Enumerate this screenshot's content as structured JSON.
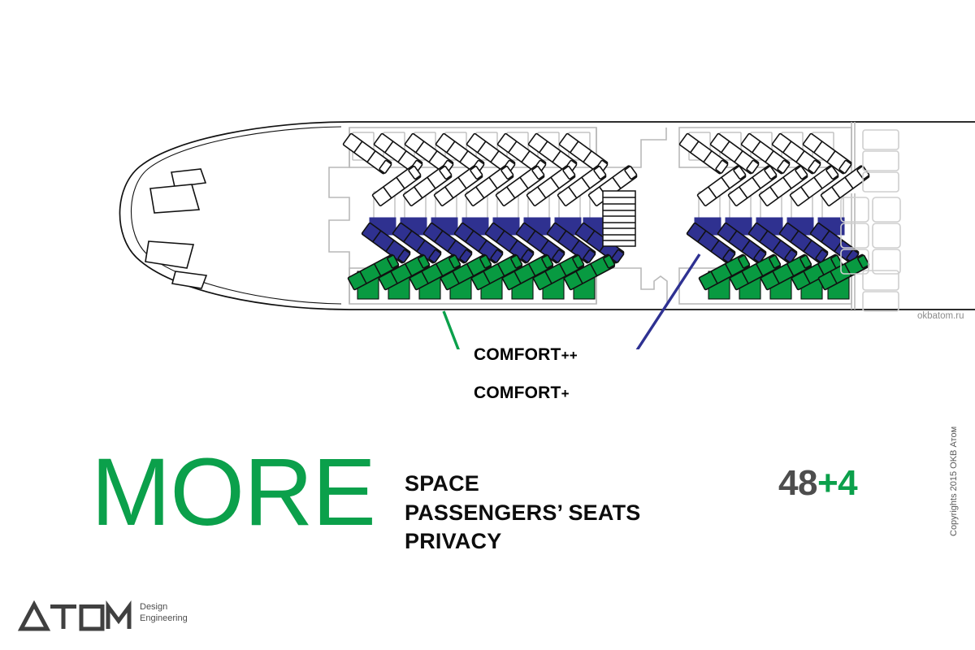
{
  "meta": {
    "site_url": "okbatom.ru",
    "copyright": "Copyrights 2015 OKB Атом"
  },
  "colors": {
    "green": "#0BA04B",
    "seat_green": "#089A41",
    "blue": "#2E3192",
    "seat_blue": "#2F3190",
    "dark_gray": "#4d4d4d",
    "outline": "#111111",
    "light_gray": "#bfbfbf"
  },
  "callouts": [
    {
      "id": "comfort-plus-plus",
      "label": "COMFORT",
      "suffix": "++",
      "color": "#0BA04B"
    },
    {
      "id": "comfort-plus",
      "label": "COMFORT",
      "suffix": "+",
      "color": "#2E3192"
    }
  ],
  "headline": {
    "word": "MORE",
    "items": [
      "SPACE",
      "PASSENGERS’ SEATS",
      "PRIVACY"
    ]
  },
  "seat_count": {
    "base": "48",
    "extra": "+4"
  },
  "logo": {
    "wordmark": "ATOM",
    "sub_line_1": "Design",
    "sub_line_2": "Engineering"
  },
  "cabin": {
    "description": "Aircraft cabin floor plan, herringbone seating, forward fuselage shown",
    "sections": [
      {
        "id": "forward-cabin",
        "rows": [
          {
            "id": "row-top-white",
            "class": "standard",
            "color": "white",
            "count": 8
          },
          {
            "id": "row-mid-white",
            "class": "standard",
            "color": "white",
            "count": 8
          },
          {
            "id": "row-mid-blue",
            "class": "comfort-plus",
            "color": "#2F3190",
            "count": 8
          },
          {
            "id": "row-bottom-green",
            "class": "comfort-plus-plus",
            "color": "#089A41",
            "count": 8
          }
        ]
      },
      {
        "id": "aft-cabin",
        "rows": [
          {
            "id": "row-top-white",
            "class": "standard",
            "color": "white",
            "count": 5
          },
          {
            "id": "row-mid-white",
            "class": "standard",
            "color": "white",
            "count": 5
          },
          {
            "id": "row-mid-blue",
            "class": "comfort-plus",
            "color": "#2F3190",
            "count": 5
          },
          {
            "id": "row-bottom-green",
            "class": "comfort-plus-plus",
            "color": "#089A41",
            "count": 5
          }
        ]
      }
    ],
    "cockpit_windows": 4,
    "stairs_steps": 9
  }
}
